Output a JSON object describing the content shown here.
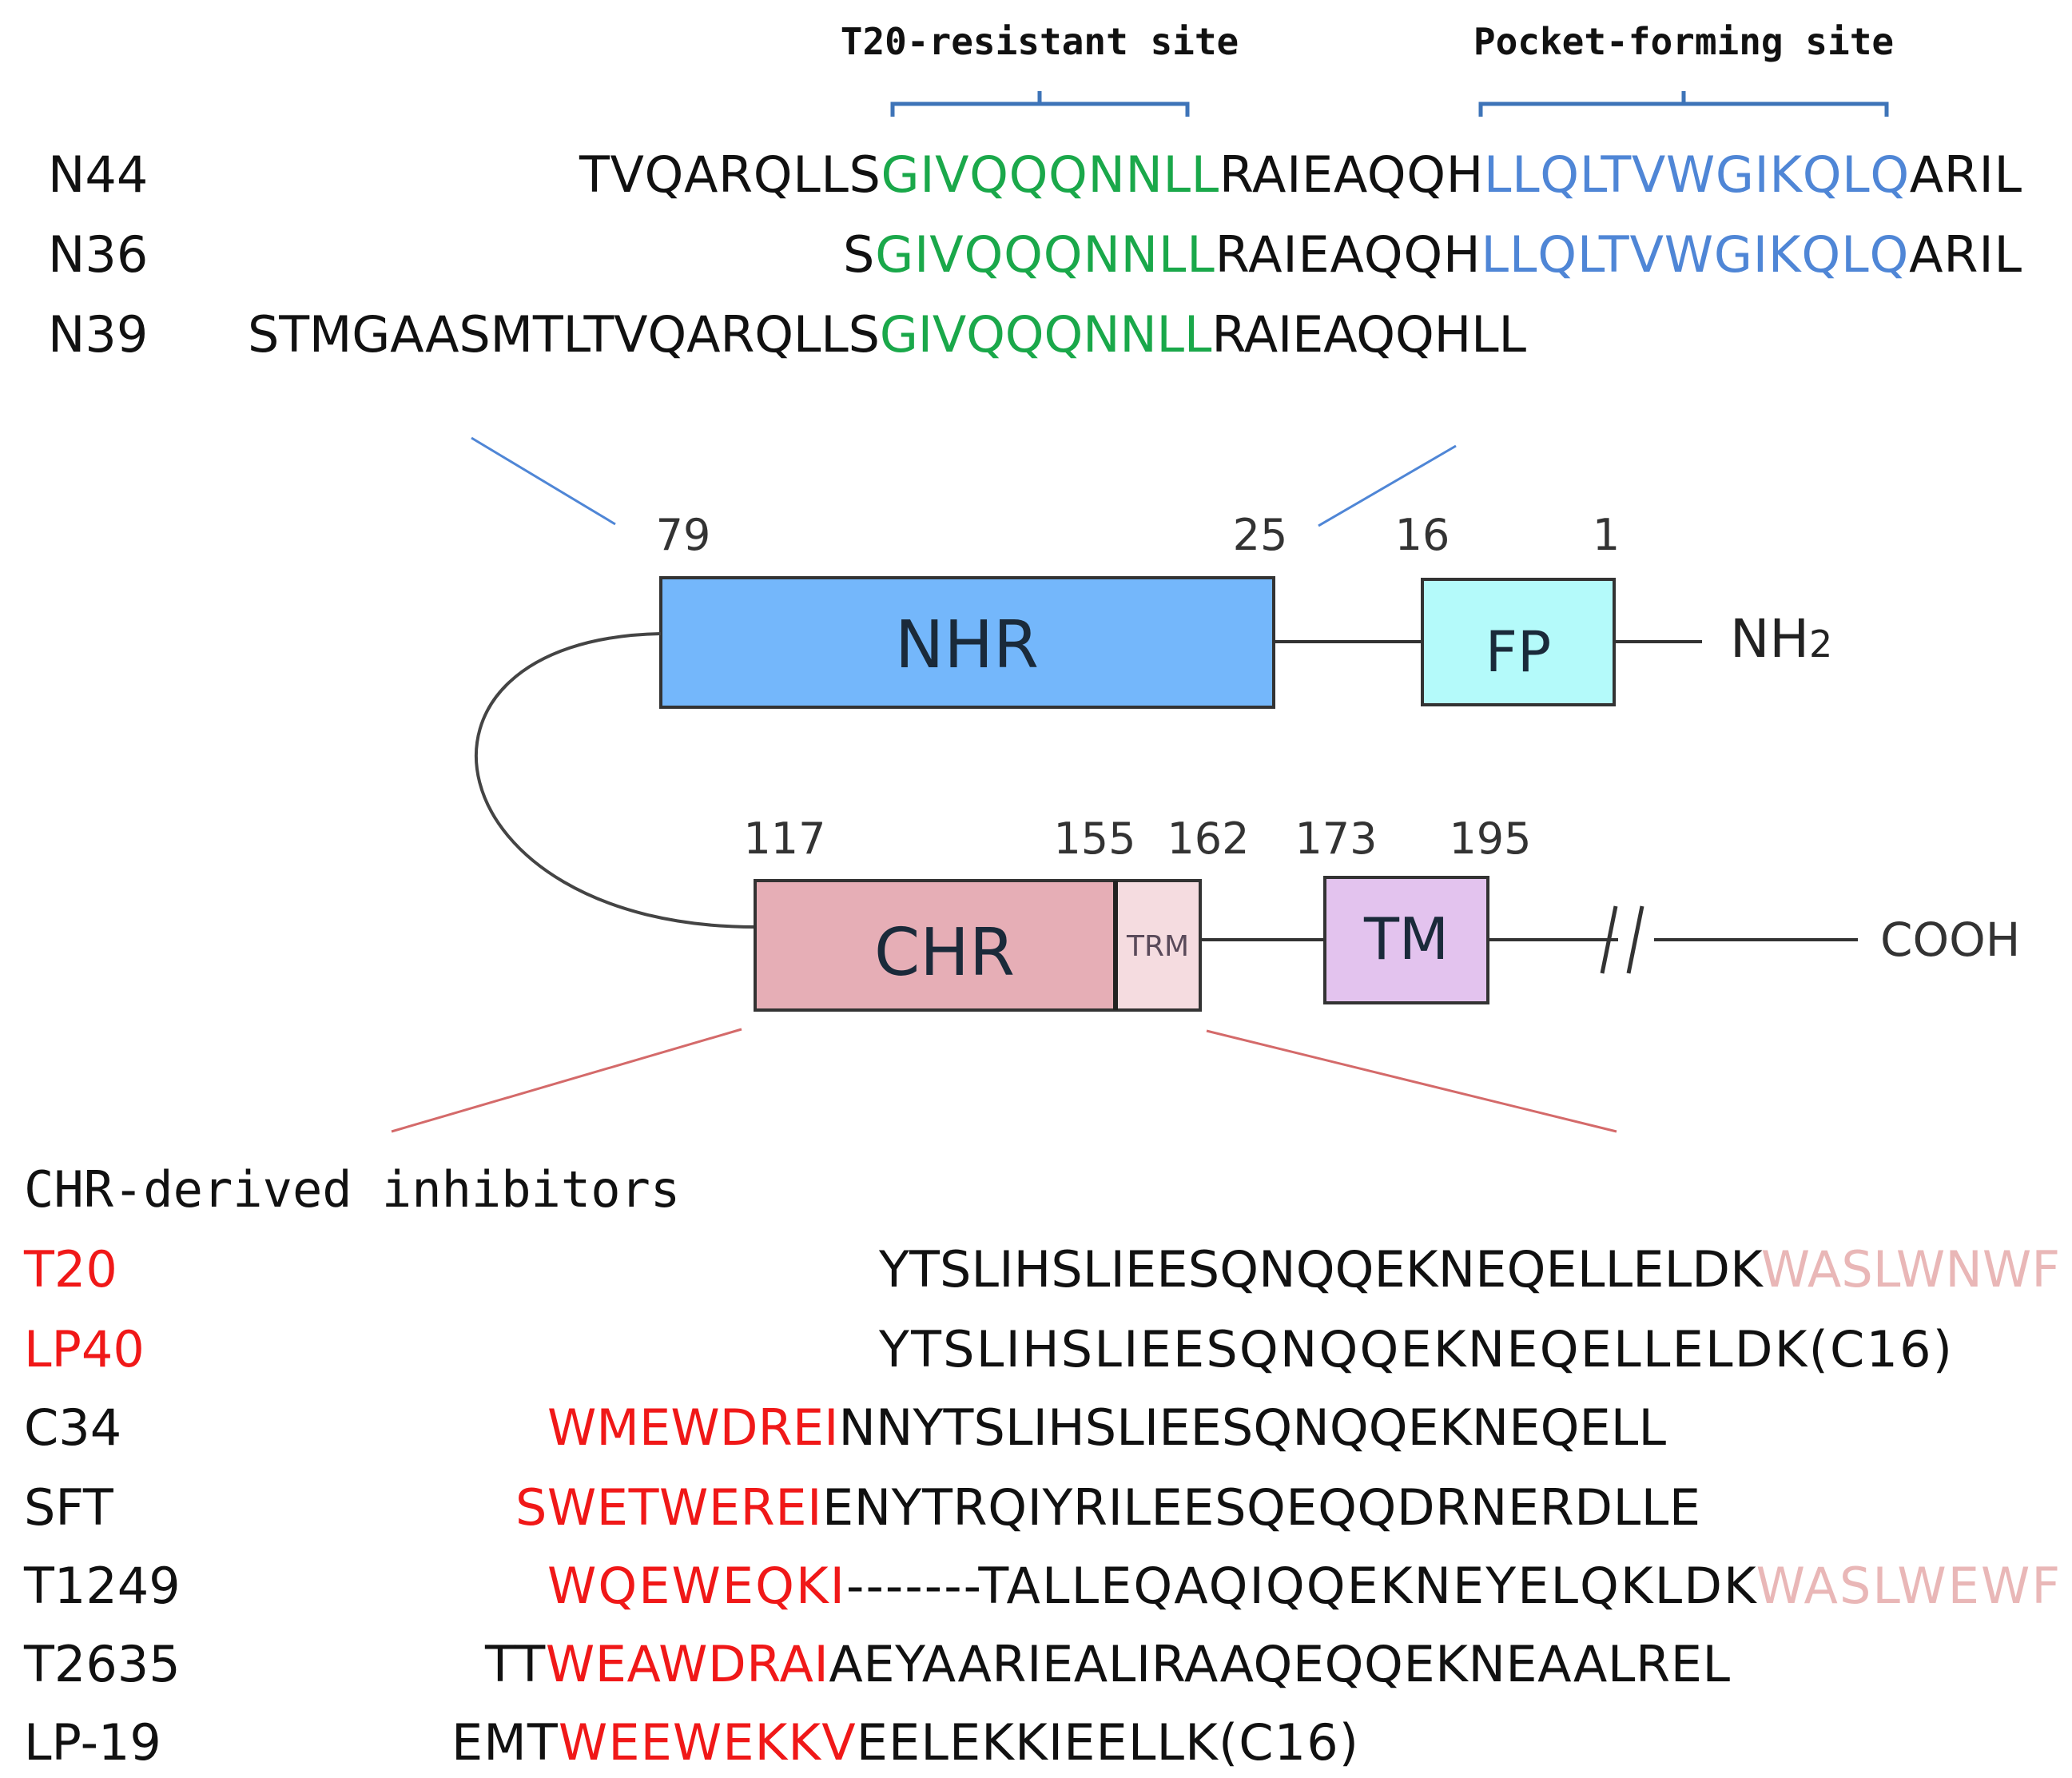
{
  "colors": {
    "black": "#111111",
    "green": "#1aa84a",
    "blue": "#4f86d6",
    "red": "#f01818",
    "pink": "#e9b7b7",
    "bracket": "#3e74b8",
    "red_line": "#d46a6a",
    "nhr_fill": "#74b7fb",
    "fp_fill": "#b4fafa",
    "chr_fill": "#e6aeb6",
    "trm_fill": "#f5dce0",
    "tm_fill": "#e3c3ee"
  },
  "sites": {
    "t20_label": "T20-resistant site",
    "pocket_label": "Pocket-forming site"
  },
  "nhr_peptides": [
    {
      "name": "N44",
      "segments": [
        {
          "text": "TVQARQLLS",
          "color": "black"
        },
        {
          "text": "GIVQQQNNLL",
          "color": "green"
        },
        {
          "text": "RAIEAQQH",
          "color": "black"
        },
        {
          "text": "LLQLTVWGIKQLQ",
          "color": "blue"
        },
        {
          "text": "ARIL",
          "color": "black"
        }
      ]
    },
    {
      "name": "N36",
      "segments": [
        {
          "text": "S",
          "color": "black"
        },
        {
          "text": "GIVQQQNNLL",
          "color": "green"
        },
        {
          "text": "RAIEAQQH",
          "color": "black"
        },
        {
          "text": "LLQLTVWGIKQLQ",
          "color": "blue"
        },
        {
          "text": "ARIL",
          "color": "black"
        }
      ]
    },
    {
      "name": "N39",
      "segments": [
        {
          "text": "STMGAASMTLTVQARQLLS",
          "color": "black"
        },
        {
          "text": "GIVQQQNNLL",
          "color": "green"
        },
        {
          "text": "RAIEAQQHLL",
          "color": "black"
        }
      ]
    }
  ],
  "domain_diagram": {
    "nhr_start": "79",
    "nhr_end": "25",
    "fp_start": "16",
    "fp_end": "1",
    "nhr_label": "NHR",
    "fp_label": "FP",
    "nh2_label": "NH",
    "nh2_sub": "2",
    "chr_start": "117",
    "chr_end": "155",
    "trm_end": "162",
    "tm_start": "173",
    "tm_end": "195",
    "chr_label": "CHR",
    "trm_label": "TRM",
    "tm_label": "TM",
    "cooh_label": "COOH"
  },
  "chr_section_title": "CHR-derived inhibitors",
  "chr_inhibitors": [
    {
      "name": "T20",
      "name_color": "red",
      "segments": [
        {
          "text": "YTSLIHSLIEESQNQQEKNEQELLELDK",
          "color": "black"
        },
        {
          "text": "WASLWNWF",
          "color": "pink"
        }
      ]
    },
    {
      "name": "LP40",
      "name_color": "red",
      "segments": [
        {
          "text": "YTSLIHSLIEESQNQQEKNEQELLELDK(C16)",
          "color": "black"
        }
      ]
    },
    {
      "name": "C34",
      "name_color": "black",
      "segments": [
        {
          "text": "WMEWDREI",
          "color": "red"
        },
        {
          "text": "NNYTSLIHSLIEESQNQQEKNEQELL",
          "color": "black"
        }
      ]
    },
    {
      "name": "SFT",
      "name_color": "black",
      "segments": [
        {
          "text": "S",
          "color": "red"
        },
        {
          "text": "WETWEREI",
          "color": "red"
        },
        {
          "text": "ENYTRQIYRILEESQEQQDRNERDLLE",
          "color": "black"
        }
      ]
    },
    {
      "name": "T1249",
      "name_color": "black",
      "segments": [
        {
          "text": "WQEWEQKI",
          "color": "red"
        },
        {
          "text": "-------TALLEQAQIQQEKNEYELQKLDK",
          "color": "black"
        },
        {
          "text": "WASLWEWF",
          "color": "pink"
        }
      ]
    },
    {
      "name": "T2635",
      "name_color": "black",
      "segments": [
        {
          "text": "TT",
          "color": "black"
        },
        {
          "text": "WEAWDRAI",
          "color": "red"
        },
        {
          "text": "AEYAARIEALIRAAQEQQEKNEAALREL",
          "color": "black"
        }
      ]
    },
    {
      "name": "LP-19",
      "name_color": "black",
      "segments": [
        {
          "text": "EMT",
          "color": "black"
        },
        {
          "text": "WEEWEKKV",
          "color": "red"
        },
        {
          "text": "EELEKKIEELLK(C16)",
          "color": "black"
        }
      ]
    }
  ]
}
